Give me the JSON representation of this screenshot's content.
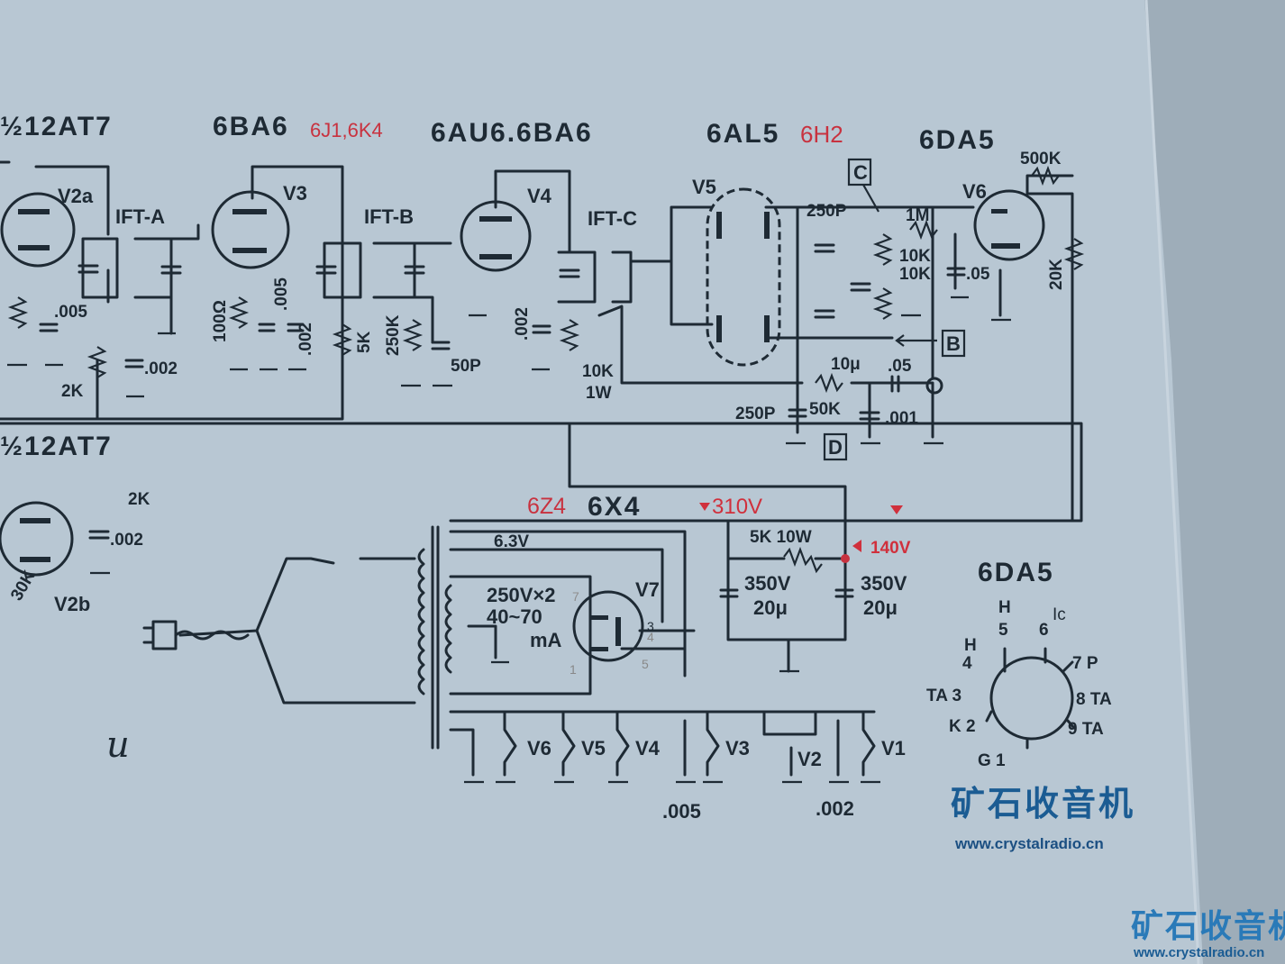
{
  "title_tubes": {
    "v2_top": "½12AT7",
    "v3": "6BA6",
    "v3_alt": "6J1,6K4",
    "v4": "6AU6.6BA6",
    "v5": "6AL5",
    "v5_alt": "6H2",
    "v6": "6DA5",
    "v2_bottom": "½12AT7",
    "rect_alt": "6Z4",
    "rect": "6X4"
  },
  "tube_refs": {
    "v2a": "V2a",
    "v3": "V3",
    "v4": "V4",
    "v5": "V5",
    "v6": "V6",
    "v7": "V7",
    "v2b": "V2b"
  },
  "transformers": {
    "a": "IFT-A",
    "b": "IFT-B",
    "c": "IFT-C"
  },
  "components": {
    "c_005_a": ".005",
    "r_2k_a": "2K",
    "c_002_a": ".002",
    "r_100": "100Ω",
    "c_005_b": ".005",
    "c_002_b": ".002",
    "r_5k": "5K",
    "r_250k": "250K",
    "c_50p": "50P",
    "c_002_c": ".002",
    "r_10k_1w_a": "10K",
    "r_10k_1w_b": "1W",
    "c_250p_a": "250P",
    "r_1m": "1M",
    "r_10k_a": "10K",
    "r_10k_b": "10K",
    "c_05_a": ".05",
    "r_500k": "500K",
    "r_20k": "20K",
    "c_10u": "10μ",
    "c_05_b": ".05",
    "c_250p_b": "250P",
    "r_50k": "50K",
    "c_001": ".001",
    "r_2k_b": "2K",
    "c_002_d": ".002",
    "r_30k": "30K",
    "heater_v": "6.3V",
    "hv_1": "250V×2",
    "hv_2": "40~70",
    "hv_3": "mA",
    "r_5k10w": "5K 10W",
    "cap_l_1": "350V",
    "cap_l_2": "20μ",
    "cap_r_1": "350V",
    "cap_r_2": "20μ",
    "c_005_h": ".005",
    "c_002_h": ".002"
  },
  "pins_v7": {
    "p7": "7",
    "p3": "3",
    "p4": "4",
    "p1": "1",
    "p5": "5"
  },
  "markers": {
    "b": "B",
    "c": "C",
    "d": "D"
  },
  "voltages": {
    "v310": "310V",
    "v140": "140V"
  },
  "heaters": {
    "h6": "V6",
    "h5": "V5",
    "h4": "V4",
    "h3": "V3",
    "h2": "V2",
    "h1": "V1"
  },
  "pinout": {
    "title": "6DA5",
    "h_a": "H",
    "p5": "5",
    "p6": "6",
    "ic": "Ic",
    "h_b": "H",
    "p4": "4",
    "p7": "7 P",
    "ta3": "TA 3",
    "p8": "8 TA",
    "k2": "K 2",
    "p9": "9 TA",
    "g1": "G 1"
  },
  "handwriting": "u",
  "watermark": {
    "logo": "矿石收音机",
    "url": "www.crystalradio.cn",
    "logo_corner": "矿石收音机",
    "url_corner": "www.crystalradio.cn"
  },
  "colors": {
    "paper": "#b8c7d3",
    "ink": "#1e2a34",
    "red": "#c8323f",
    "logo": "#1b5c93"
  }
}
